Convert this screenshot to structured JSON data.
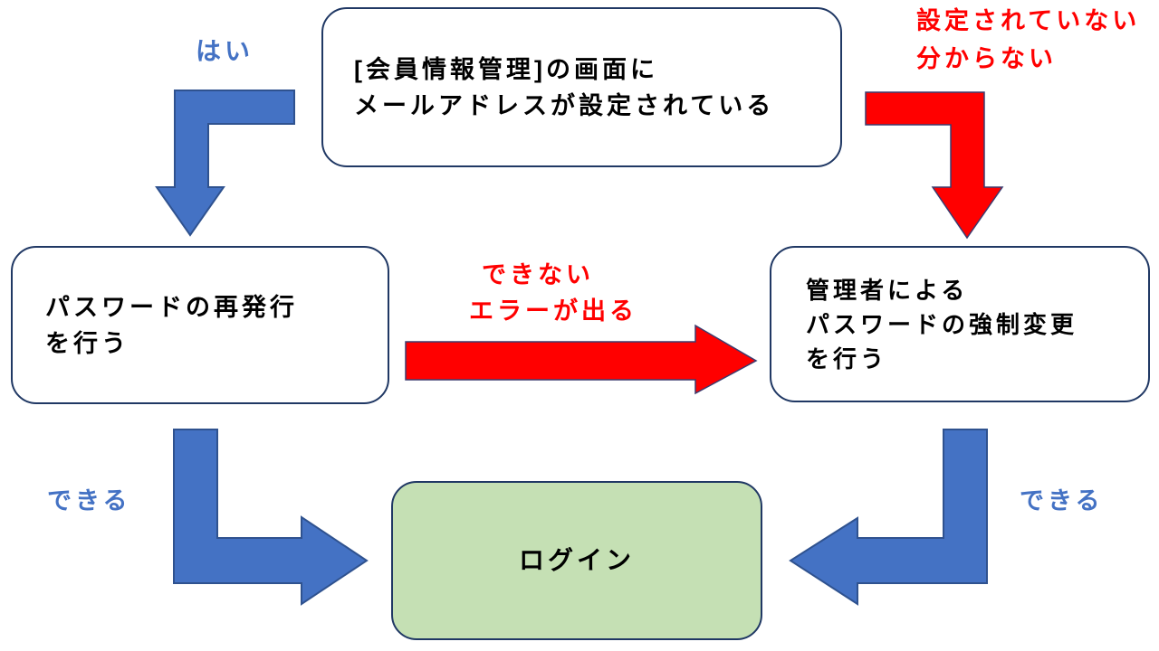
{
  "diagram": {
    "nodes": {
      "top": {
        "lines": [
          "[会員情報管理]の画面に",
          "メールアドレスが設定されている"
        ]
      },
      "left": {
        "lines": [
          "パスワードの再発行",
          "を行う"
        ]
      },
      "right": {
        "lines": [
          "管理者による",
          "パスワードの強制変更",
          "を行う"
        ]
      },
      "login": {
        "lines": [
          "ログイン"
        ]
      }
    },
    "labels": {
      "yes": "はい",
      "not_set_line1": "設定されていない",
      "not_set_line2": "分からない",
      "cannot_line1": "できない",
      "cannot_line2": "エラーが出る",
      "can_left": "できる",
      "can_right": "できる"
    },
    "colors": {
      "blue_arrow_fill": "#4472C4",
      "blue_arrow_border": "#2F528F",
      "red_arrow_fill": "#FF0000",
      "red_arrow_border": "#3B3B6E",
      "box_border": "#203864",
      "login_box_fill": "#C5E0B4",
      "label_blue": "#4472C4",
      "label_red": "#FF0000",
      "node_text": "#000000"
    }
  }
}
